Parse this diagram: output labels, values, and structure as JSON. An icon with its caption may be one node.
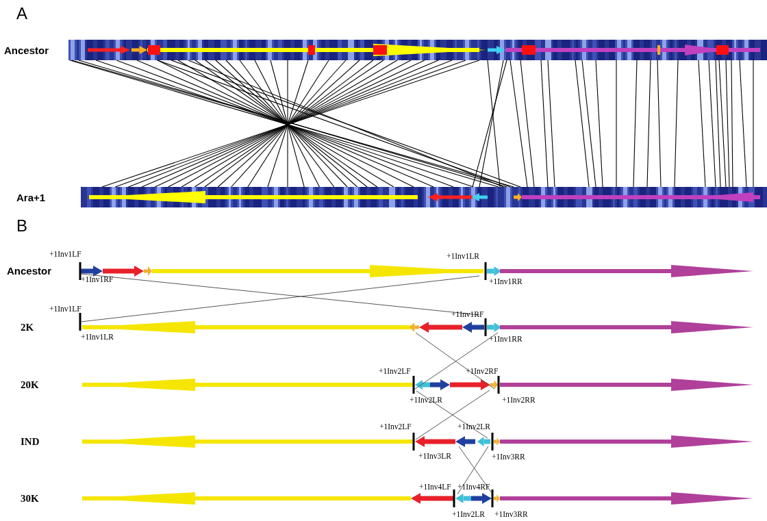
{
  "diagram": {
    "labels": [
      "A",
      "Ancestor",
      "Ara+1",
      "B",
      "+1Inv1LF",
      "+1Inv1LR",
      "Ancestor",
      "+1Inv1RF",
      "+1Inv1RR",
      "+1Inv1LF",
      "+1Inv1RF",
      "2K",
      "+1Inv1LR",
      "+1Inv1RR",
      "+1Inv2LF",
      "+1Inv2RF",
      "20K",
      "+1Inv2LR",
      "+1Inv2RR",
      "+1Inv2LF",
      "+1Inv2LR",
      "IND",
      "+1Inv3LR",
      "+1Inv3RR",
      "+1Inv4LF",
      "+1Inv4RF",
      "30K",
      "+1Inv2LR",
      "+1Inv3RR"
    ]
  }
}
